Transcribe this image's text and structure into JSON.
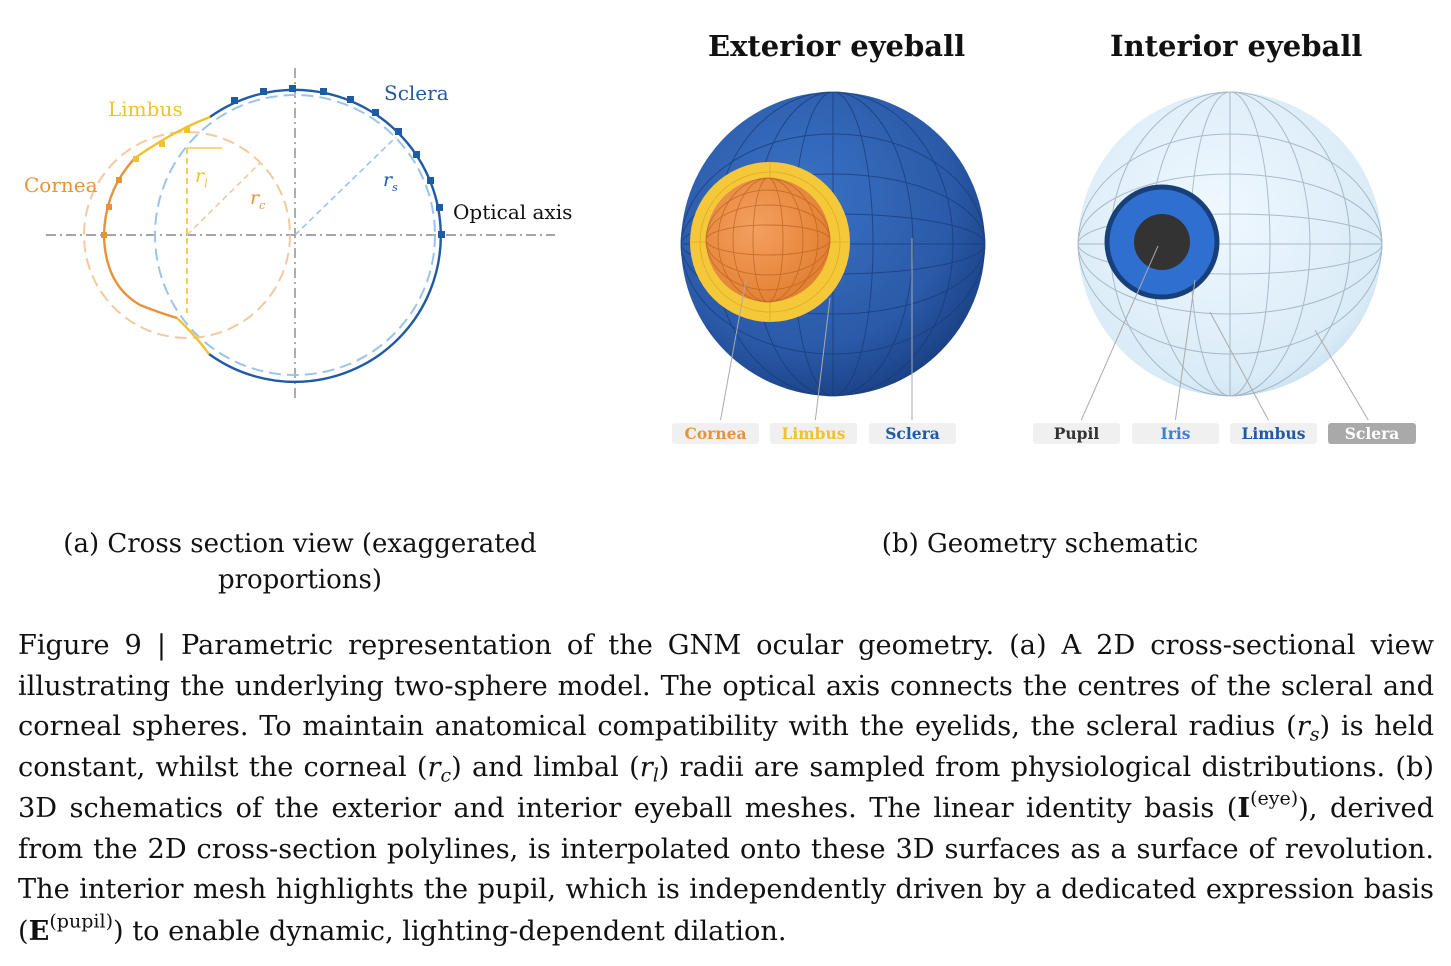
{
  "panel_a": {
    "labels": {
      "limbus": "Limbus",
      "sclera": "Sclera",
      "cornea": "Cornea",
      "optical_axis": "Optical axis",
      "r_l_base": "r",
      "r_l_sub": "l",
      "r_c_base": "r",
      "r_c_sub": "c",
      "r_s_base": "r",
      "r_s_sub": "s"
    },
    "caption_line1": "(a) Cross section view (exaggerated",
    "caption_line2": "proportions)"
  },
  "panel_b": {
    "exterior_title": "Exterior eyeball",
    "interior_title": "Interior eyeball",
    "exterior_tags": [
      "Cornea",
      "Limbus",
      "Sclera"
    ],
    "interior_tags": [
      "Pupil",
      "Iris",
      "Limbus",
      "Sclera"
    ],
    "caption": "(b) Geometry schematic"
  },
  "colors": {
    "sclera": "#1f5aa6",
    "limbus": "#f2c12e",
    "cornea": "#e8923a",
    "light_blue": "#8fbce6",
    "iris": "#3f7fd6"
  },
  "figure_caption": {
    "c1": "Figure 9 | Parametric representation of the GNM ocular geometry.  (a) A 2D cross-sectional view illustrating the underlying two-sphere model. The optical axis connects the centres of the scleral and corneal spheres. To maintain anatomical compatibility with the eyelids, the scleral radius (",
    "c1_r": "r",
    "c1_rs": "s",
    "c2": ") is held constant, whilst the corneal (",
    "c2_r": "r",
    "c2_rc": "c",
    "c3": ") and limbal (",
    "c3_r": "r",
    "c3_rl": "l",
    "c4": ") radii are sampled from physiological distributions. (b) 3D schematics of the exterior and interior eyeball meshes. The linear identity basis (",
    "c4_I": "I",
    "c4_eye": "(eye)",
    "c5": "), derived from the 2D cross-section polylines, is interpolated onto these 3D surfaces as a surface of revolution. The interior mesh highlights the pupil, which is independently driven by a dedicated expression basis (",
    "c5_E": "E",
    "c5_pupil": "(pupil)",
    "c6": ") to enable dynamic, lighting-dependent dilation."
  }
}
